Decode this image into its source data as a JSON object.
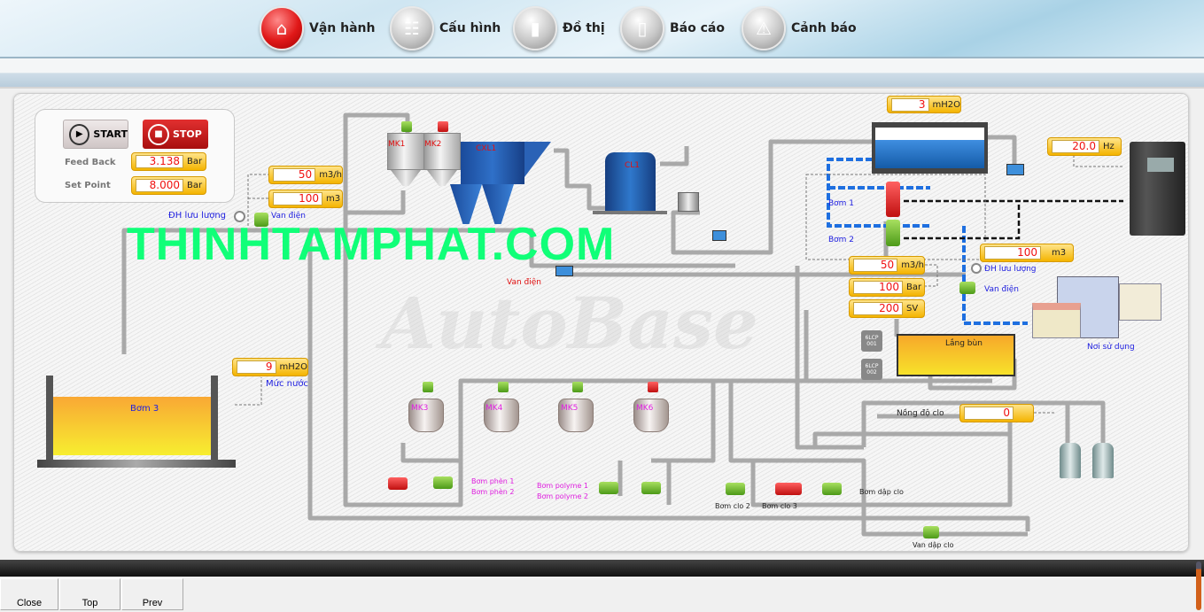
{
  "nav": [
    {
      "label": "Vận hành",
      "icon": "home-icon",
      "active": true
    },
    {
      "label": "Cấu hình",
      "icon": "hierarchy-icon",
      "active": false
    },
    {
      "label": "Đồ thị",
      "icon": "chart-icon",
      "active": false
    },
    {
      "label": "Báo cáo",
      "icon": "document-icon",
      "active": false
    },
    {
      "label": "Cảnh báo",
      "icon": "warning-icon",
      "active": false
    }
  ],
  "control": {
    "start_label": "START",
    "stop_label": "STOP",
    "feedback_label": "Feed Back",
    "feedback_value": "3.138",
    "feedback_unit": "Bar",
    "setpoint_label": "Set Point",
    "setpoint_value": "8.000",
    "setpoint_unit": "Bar"
  },
  "inlet": {
    "flow_value": "50",
    "flow_unit": "m3/h",
    "volume_value": "100",
    "volume_unit": "m3",
    "flowmeter_label": "ĐH lưu lượng",
    "valve_label": "Van điện",
    "level_value": "9",
    "level_unit": "mH2O",
    "level_label": "Mức nước",
    "pump_label": "Bơm 3"
  },
  "process": {
    "mk1": "MK1",
    "mk2": "MK2",
    "cxl1": "CXL1",
    "cl1": "CL1",
    "valve_label": "Van điện",
    "mk3": "MK3",
    "mk4": "MK4",
    "mk5": "MK5",
    "mk6": "MK6",
    "alum_pump1": "Bơm phèn 1",
    "alum_pump2": "Bơm phèn 2",
    "polymer_pump1": "Bơm polyme 1",
    "polymer_pump2": "Bơm polyme 2"
  },
  "supply": {
    "tank_level_value": "3",
    "tank_level_unit": "mH2O",
    "freq_value": "20.0",
    "freq_unit": "Hz",
    "pump1": "Bơm 1",
    "pump2": "Bơm 2",
    "volume_value": "100",
    "volume_unit": "m3",
    "flowmeter_label": "ĐH lưu lượng",
    "valve_label": "Van điện",
    "consumer_label": "Nơi sử dụng",
    "flow_value": "50",
    "flow_unit": "m3/h",
    "pressure_value": "100",
    "pressure_unit": "Bar",
    "sv_value": "200",
    "sv_unit": "SV",
    "sludge_label": "Lắng bùn",
    "plc1": "6LCP 001",
    "plc2": "6LCP 002"
  },
  "chlorine": {
    "conc_label": "Nồng độ clo",
    "conc_value": "0",
    "pump2": "Bơm clo 2",
    "pump3": "Bơm clo 3",
    "quench_pump": "Bơm dập clo",
    "quench_valve": "Van dập clo"
  },
  "watermark": "THINHTAMPHAT.COM",
  "brand_watermark": "AutoBase",
  "footer": {
    "close": "Close",
    "top": "Top",
    "prev": "Prev"
  },
  "colors": {
    "accent_red": "#e01818",
    "value_red": "#f01010",
    "gold": "#f4b400",
    "pipe": "#a9a9a9",
    "water_line": "#1e6fe0"
  }
}
